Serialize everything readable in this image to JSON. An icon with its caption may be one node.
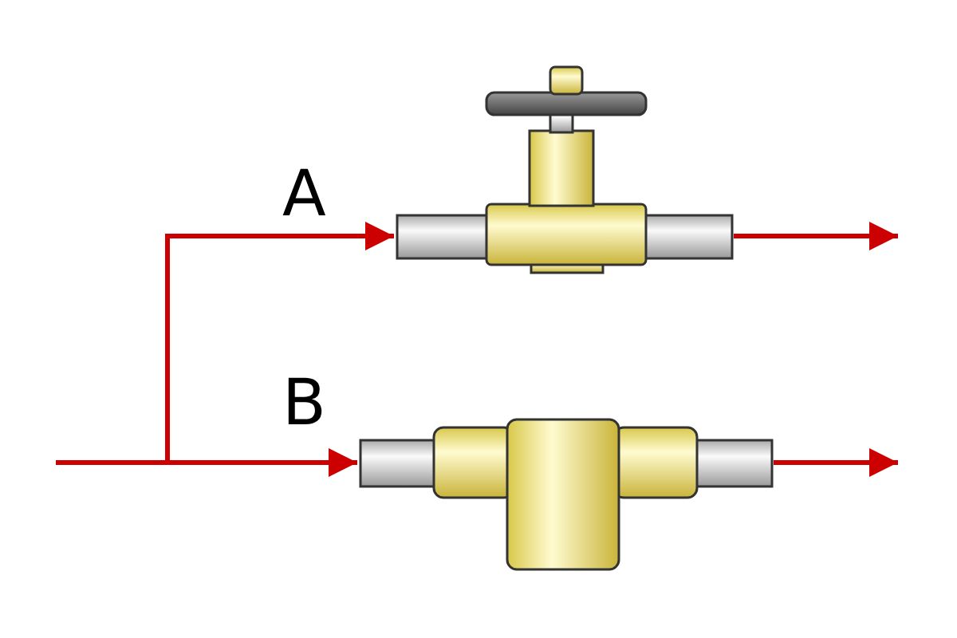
{
  "diagram": {
    "nodes": [
      {
        "text": [],
        "shape": "picture"
      },
      {
        "text": [],
        "shape": "picture"
      }
    ],
    "edges": [
      {
        "from": null,
        "to": 0,
        "arrow": "to",
        "label": "A"
      },
      {
        "from": null,
        "to": 1,
        "arrow": "to",
        "label": "B"
      },
      {
        "from": 0,
        "to": null,
        "arrow": "to"
      },
      {
        "from": 1,
        "to": null,
        "arrow": "to"
      }
    ]
  }
}
